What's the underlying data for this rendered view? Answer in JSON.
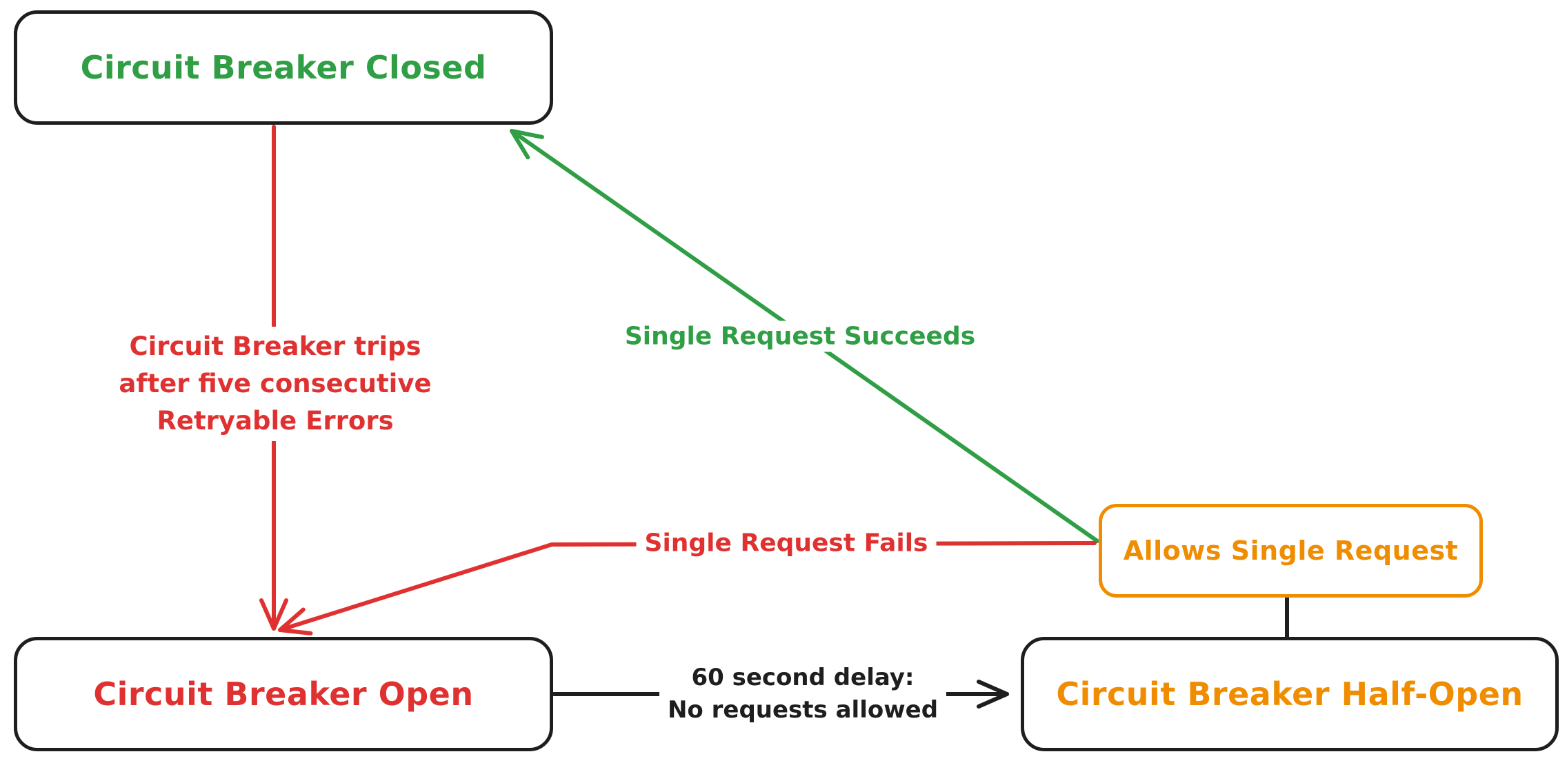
{
  "diagram": {
    "kind": "state-diagram",
    "topic": "Circuit Breaker states"
  },
  "colors": {
    "black": "#1e1e1e",
    "red": "#e03131",
    "green": "#2f9e44",
    "orange": "#f08c00",
    "background": "#ffffff"
  },
  "nodes": {
    "closed": {
      "label": "Circuit Breaker Closed",
      "color": "#2f9e44",
      "border": "#1e1e1e"
    },
    "open": {
      "label": "Circuit Breaker Open",
      "color": "#e03131",
      "border": "#1e1e1e"
    },
    "half_open": {
      "label": "Circuit Breaker Half-Open",
      "color": "#f08c00",
      "border": "#1e1e1e"
    },
    "allows": {
      "label": "Allows Single Request",
      "color": "#f08c00",
      "border": "#f08c00"
    }
  },
  "edges": {
    "trips": {
      "from": "closed",
      "to": "open",
      "color": "#e03131",
      "arrow": true,
      "lines": [
        "Circuit Breaker trips",
        "after five consecutive",
        "Retryable Errors"
      ]
    },
    "succeeds": {
      "from": "allows",
      "to": "closed",
      "color": "#2f9e44",
      "arrow": true,
      "label": "Single Request Succeeds"
    },
    "fails": {
      "from": "allows",
      "to": "open",
      "color": "#e03131",
      "arrow": true,
      "label": "Single Request Fails"
    },
    "delay": {
      "from": "open",
      "to": "half_open",
      "color": "#1e1e1e",
      "arrow": true,
      "lines": [
        "60 second delay:",
        "No requests allowed"
      ]
    },
    "half_open_link": {
      "from": "allows",
      "to": "half_open",
      "color": "#1e1e1e",
      "arrow": false,
      "label": ""
    }
  }
}
